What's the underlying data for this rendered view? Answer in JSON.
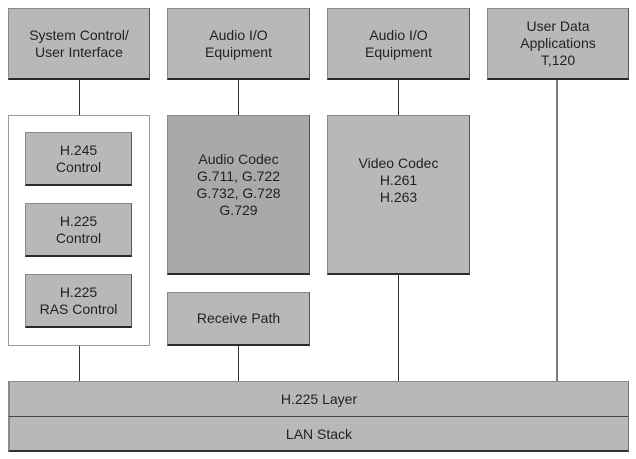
{
  "diagram": {
    "top_row": [
      {
        "id": "system-control",
        "label": "System Control/\nUser Interface"
      },
      {
        "id": "audio-io-1",
        "label": "Audio I/O\nEquipment"
      },
      {
        "id": "audio-io-2",
        "label": "Audio I/O\nEquipment"
      },
      {
        "id": "user-data",
        "label": "User Data\nApplications\nT,120"
      }
    ],
    "control_group": [
      {
        "id": "h245-control",
        "label": "H.245\nControl"
      },
      {
        "id": "h225-control",
        "label": "H.225\nControl"
      },
      {
        "id": "h225-ras-control",
        "label": "H.225\nRAS Control"
      }
    ],
    "audio_codec": {
      "label": "Audio Codec\nG.711, G.722\nG.732, G.728\nG.729"
    },
    "receive_path": {
      "label": "Receive Path"
    },
    "video_codec": {
      "label": "Video Codec\nH.261\nH.263"
    },
    "layers": [
      {
        "id": "h225-layer",
        "label": "H.225 Layer"
      },
      {
        "id": "lan-stack",
        "label": "LAN Stack"
      }
    ],
    "colors": {
      "box_fill": "#b8b8b8",
      "audio_codec_fill": "#a9a9a9",
      "background": "#ffffff"
    }
  }
}
